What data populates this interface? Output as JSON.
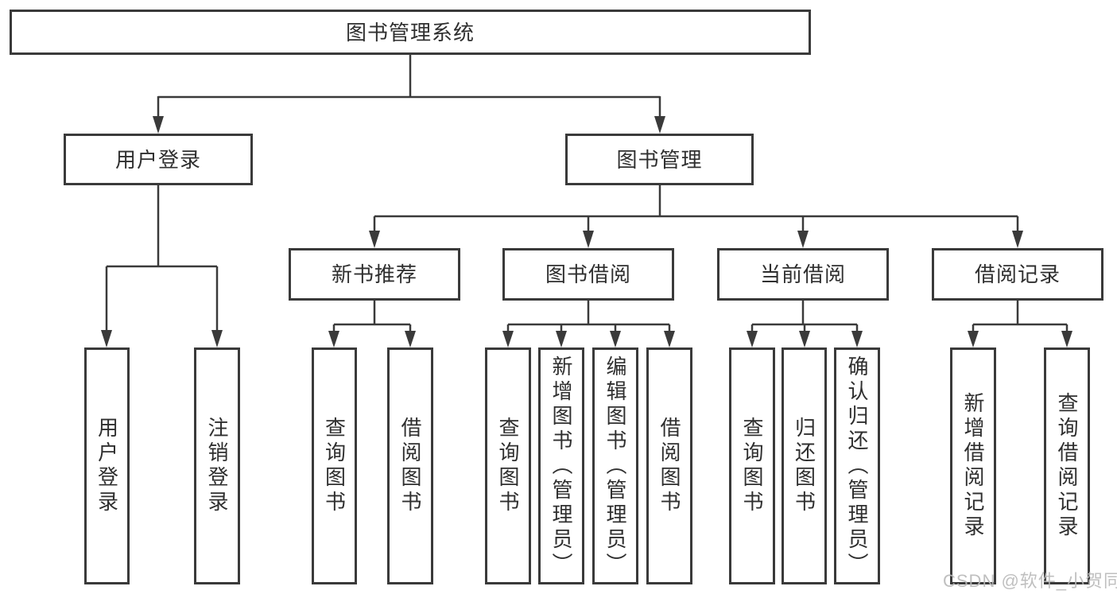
{
  "tree": {
    "root": {
      "label": "图书管理系统"
    },
    "children": [
      {
        "label": "用户登录",
        "children": [
          {
            "label": "用户登录"
          },
          {
            "label": "注销登录"
          }
        ]
      },
      {
        "label": "图书管理",
        "children": [
          {
            "label": "新书推荐",
            "children": [
              {
                "label": "查询图书"
              },
              {
                "label": "借阅图书"
              }
            ]
          },
          {
            "label": "图书借阅",
            "children": [
              {
                "label": "查询图书"
              },
              {
                "label": "新增图书（管理员）"
              },
              {
                "label": "编辑图书（管理员）"
              },
              {
                "label": "借阅图书"
              }
            ]
          },
          {
            "label": "当前借阅",
            "children": [
              {
                "label": "查询图书"
              },
              {
                "label": "归还图书"
              },
              {
                "label": "确认归还（管理员）"
              }
            ]
          },
          {
            "label": "借阅记录",
            "children": [
              {
                "label": "新增借阅记录"
              },
              {
                "label": "查询借阅记录"
              }
            ]
          }
        ]
      }
    ]
  },
  "watermark": {
    "text": "CSDN @软件_小贺同学"
  },
  "colors": {
    "line": "#3a3a3a",
    "text": "#2f2f2f",
    "watermark": "#b9b9b9",
    "background": "#ffffff"
  }
}
